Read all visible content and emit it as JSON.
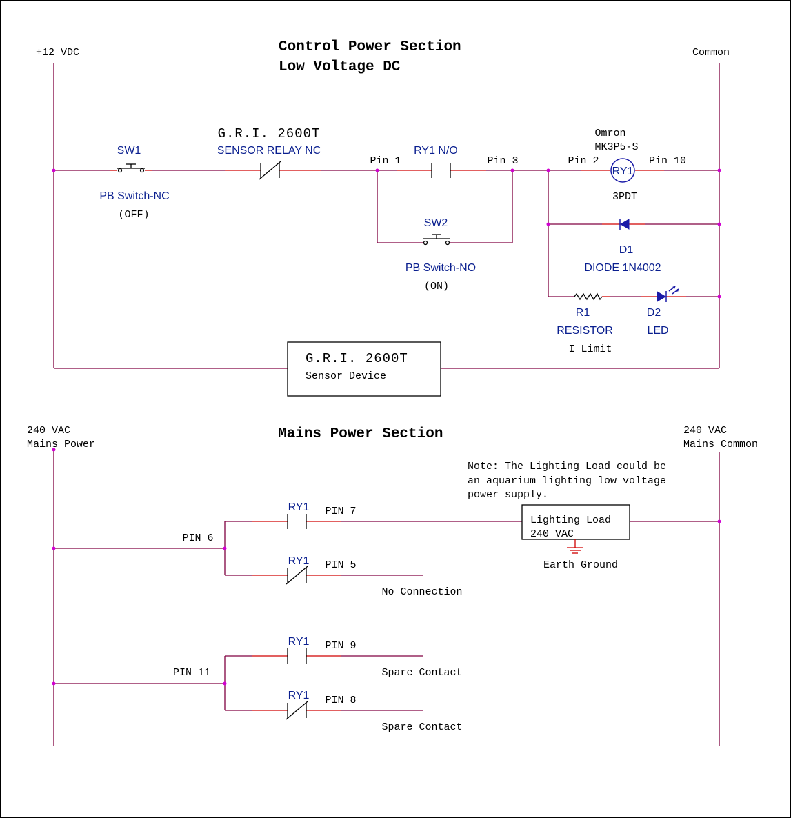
{
  "control": {
    "title1": "Control Power Section",
    "title2": "Low Voltage DC",
    "left_rail": "+12 VDC",
    "right_rail": "Common",
    "sw1": {
      "ref": "SW1",
      "type": "PB Switch-NC",
      "state": "(OFF)"
    },
    "sensor_relay": {
      "make": "G.R.I. 2600T",
      "type": "SENSOR RELAY NC"
    },
    "ry1no": {
      "ref": "RY1 N/O",
      "pin_a": "Pin 1",
      "pin_b": "Pin 3"
    },
    "sw2": {
      "ref": "SW2",
      "type": "PB Switch-NO",
      "state": "(ON)"
    },
    "coil": {
      "make": "Omron",
      "model": "MK3P5-S",
      "ref": "RY1",
      "pin_a": "Pin 2",
      "pin_b": "Pin 10",
      "type": "3PDT"
    },
    "d1": {
      "ref": "D1",
      "type": "DIODE 1N4002"
    },
    "r1": {
      "ref": "R1",
      "type": "RESISTOR",
      "note": "I Limit"
    },
    "d2": {
      "ref": "D2",
      "type": "LED"
    },
    "sensor_device": {
      "make": "G.R.I. 2600T",
      "type": "Sensor Device"
    }
  },
  "mains": {
    "title": "Mains Power Section",
    "left_rail_1": "240 VAC",
    "left_rail_2": "Mains Power",
    "right_rail_1": "240 VAC",
    "right_rail_2": "Mains Common",
    "note_1": "Note: The Lighting Load could be",
    "note_2": "an aquarium lighting low voltage",
    "note_3": "power supply.",
    "load_1": "Lighting Load",
    "load_2": "240 VAC",
    "ground": "Earth Ground",
    "pin6": "PIN 6",
    "pin11": "PIN 11",
    "c1": {
      "ref": "RY1",
      "pin": "PIN 7"
    },
    "c2": {
      "ref": "RY1",
      "pin": "PIN 5",
      "note": "No Connection"
    },
    "c3": {
      "ref": "RY1",
      "pin": "PIN 9",
      "note": "Spare Contact"
    },
    "c4": {
      "ref": "RY1",
      "pin": "PIN 8",
      "note": "Spare Contact"
    }
  }
}
